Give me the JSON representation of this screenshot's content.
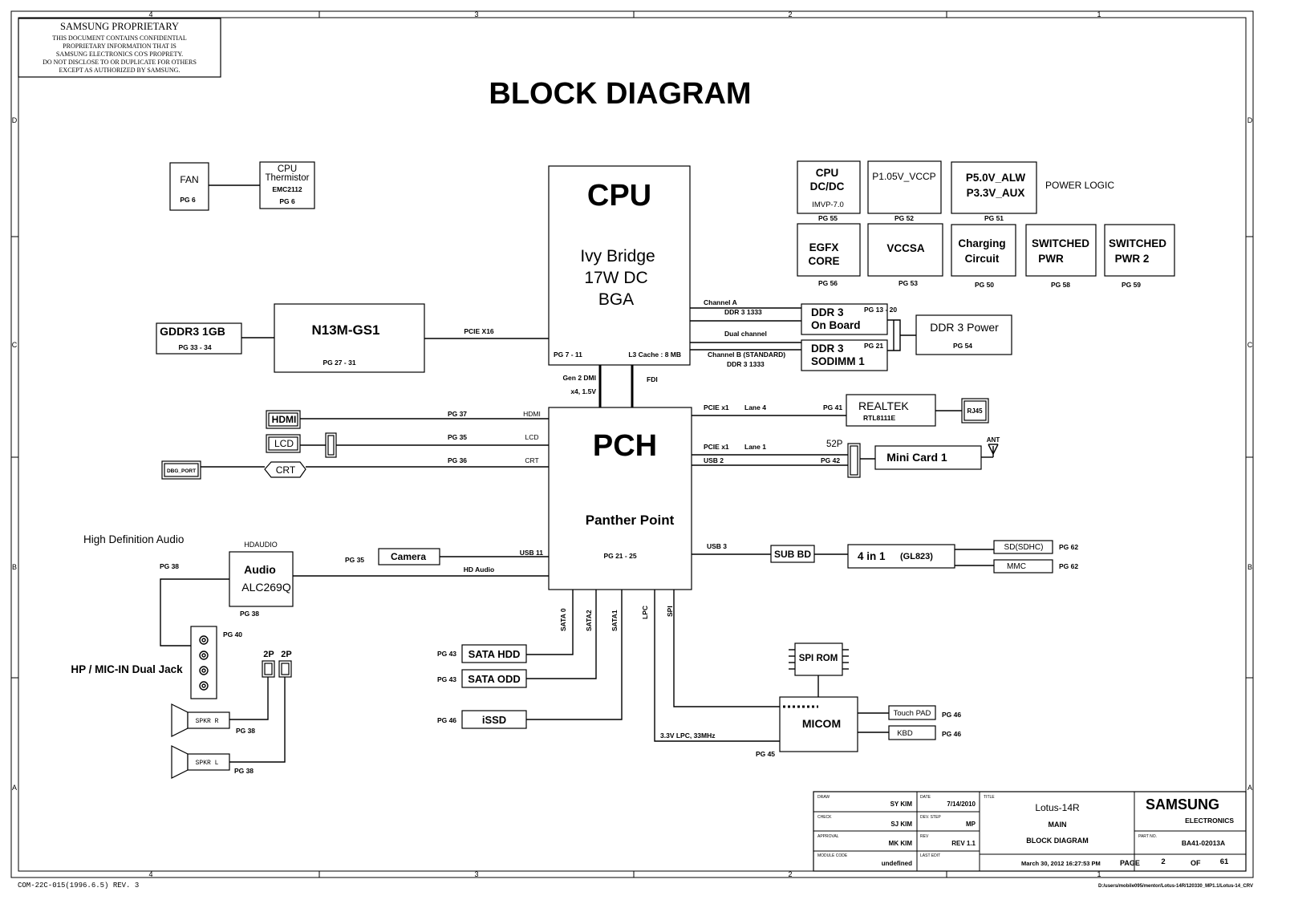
{
  "frame": {
    "col_labels": [
      "4",
      "3",
      "2",
      "1"
    ],
    "row_labels": [
      "D",
      "C",
      "B",
      "A"
    ],
    "footer_form": "COM-22C-015(1996.6.5) REV. 3",
    "file_path": "D:/users/mobile095/mentor/Lotus-14R/120330_MP1.1/Lotus-14_CRV"
  },
  "proprietary": {
    "title": "SAMSUNG PROPRIETARY",
    "lines": [
      "THIS DOCUMENT CONTAINS CONFIDENTIAL",
      "PROPRIETARY INFORMATION THAT IS",
      "SAMSUNG ELECTRONICS CO'S PROPRETY.",
      "DO NOT DISCLOSE TO OR DUPLICATE FOR OTHERS",
      "EXCEPT AS AUTHORIZED BY SAMSUNG."
    ]
  },
  "title": "BLOCK DIAGRAM",
  "cpu": {
    "name": "CPU",
    "line1": "Ivy Bridge",
    "line2": "17W DC",
    "line3": "BGA",
    "pg": "PG 7 - 11",
    "cache": "L3 Cache : 8 MB"
  },
  "pch": {
    "name": "PCH",
    "sub": "Panther Point",
    "pg": "PG 21 - 25"
  },
  "fan": {
    "name": "FAN",
    "pg": "PG 6"
  },
  "thermistor": {
    "line1": "CPU",
    "line2": "Thermistor",
    "line3": "EMC2112",
    "pg": "PG 6"
  },
  "gpu": {
    "name": "N13M-GS1",
    "pg": "PG 27 - 31"
  },
  "gddr": {
    "name": "GDDR3 1GB",
    "pg": "PG 33 - 34"
  },
  "pcie_x16": "PCIE X16",
  "gen2_dmi_1": "Gen 2 DMI",
  "gen2_dmi_2": "x4, 1.5V",
  "fdi": "FDI",
  "memory": {
    "ch_a": "Channel A",
    "ch_a_speed": "DDR 3 1333",
    "dual": "Dual channel",
    "ch_b": "Channel B (STANDARD)",
    "ch_b_speed": "DDR 3 1333",
    "ddr_onboard_1": "DDR 3",
    "ddr_onboard_2": "On Board",
    "ddr_onboard_pg": "PG 13 - 20",
    "sodimm_1": "DDR 3",
    "sodimm_2": "SODIMM 1",
    "sodimm_pg": "PG 21",
    "power": "DDR 3 Power",
    "power_pg": "PG 54"
  },
  "power": {
    "cpu_dcdc_1": "CPU",
    "cpu_dcdc_2": "DC/DC",
    "cpu_dcdc_3": "IMVP-7.0",
    "cpu_dcdc_pg": "PG 55",
    "vccp": "P1.05V_VCCP",
    "vccp_pg": "PG 52",
    "alw_1": "P5.0V_ALW",
    "alw_2": "P3.3V_AUX",
    "alw_pg": "PG 51",
    "logic": "POWER LOGIC",
    "egfx_1": "EGFX",
    "egfx_2": "CORE",
    "egfx_pg": "PG 56",
    "vccsa": "VCCSA",
    "vccsa_pg": "PG 53",
    "charging_1": "Charging",
    "charging_2": "Circuit",
    "charging_pg": "PG 50",
    "sw1_1": "SWITCHED",
    "sw1_2": "PWR",
    "sw1_pg": "PG 58",
    "sw2_1": "SWITCHED",
    "sw2_2": "PWR 2",
    "sw2_pg": "PG 59"
  },
  "video": {
    "hdmi": "HDMI",
    "hdmi_pg": "PG 37",
    "hdmi_sig": "HDMI",
    "lcd": "LCD",
    "lcd_pg": "PG 35",
    "lcd_sig": "LCD",
    "crt": "CRT",
    "crt_pg": "PG 36",
    "crt_sig": "CRT",
    "dbg": "DBG_PORT"
  },
  "lan": {
    "pcie": "PCIE x1",
    "lane": "Lane 4",
    "pg": "PG 41",
    "name": "REALTEK",
    "chip": "RTL8111E",
    "rj45": "RJ45"
  },
  "minicard": {
    "pcie": "PCIE x1",
    "lane": "Lane 1",
    "usb": "USB 2",
    "p52": "52P",
    "pg": "PG 42",
    "name": "Mini Card 1",
    "ant": "ANT"
  },
  "card_reader": {
    "usb": "USB 3",
    "sub_bd": "SUB BD",
    "name": "4 in 1",
    "chip": "(GL823)",
    "sd": "SD(SDHC)",
    "sd_pg": "PG 62",
    "mmc": "MMC",
    "mmc_pg": "PG 62"
  },
  "audio": {
    "section": "High Definition Audio",
    "hdaudio": "HDAUDIO",
    "name": "Audio",
    "chip": "ALC269Q",
    "pg": "PG 38",
    "pg_left": "PG 38",
    "hd_sig": "HD Audio",
    "jack_pg": "PG 40",
    "jack_label": "HP / MIC-IN Dual Jack",
    "spk_conn1": "2P",
    "spk_conn2": "2P",
    "spkr_r": "SPKR  R",
    "spkr_r_pg": "PG 38",
    "spkr_l": "SPKR  L",
    "spkr_l_pg": "PG 38"
  },
  "camera": {
    "name": "Camera",
    "pg": "PG 35",
    "usb": "USB 11"
  },
  "storage": {
    "sata0": "SATA 0",
    "sata2": "SATA2",
    "sata1": "SATA1",
    "lpc": "LPC",
    "spi": "SPI",
    "hdd": "SATA HDD",
    "hdd_pg": "PG 43",
    "odd": "SATA ODD",
    "odd_pg": "PG 43",
    "issd": "iSSD",
    "issd_pg": "PG 46"
  },
  "micom": {
    "spi_rom": "SPI ROM",
    "name": "MICOM",
    "pg": "PG 45",
    "lpc_speed": "3.3V LPC, 33MHz",
    "touchpad": "Touch PAD",
    "touchpad_pg": "PG 46",
    "kbd": "KBD",
    "kbd_pg": "PG 46"
  },
  "title_block": {
    "draw_lbl": "DRAW",
    "draw": "SY KIM",
    "date_lbl": "DATE",
    "date": "7/14/2010",
    "check_lbl": "CHECK",
    "check": "SJ KIM",
    "dev_lbl": "DEV. STEP",
    "dev": "MP",
    "approval_lbl": "APPROVAL",
    "approval": "MK KIM",
    "rev_lbl": "REV",
    "rev": "REV 1.1",
    "module_lbl": "MODULE CODE",
    "module": "undefined",
    "lastedit_lbl": "LAST EDIT",
    "lastedit": "March 30, 2012 16:27:53 PM",
    "title_lbl": "TITLE",
    "title1": "Lotus-14R",
    "title2": "MAIN",
    "title3": "BLOCK DIAGRAM",
    "company1": "SAMSUNG",
    "company2": "ELECTRONICS",
    "partno_lbl": "PART NO.",
    "partno": "BA41-02013A",
    "page_lbl": "PAGE",
    "page": "2",
    "of_lbl": "OF",
    "pages": "61"
  }
}
